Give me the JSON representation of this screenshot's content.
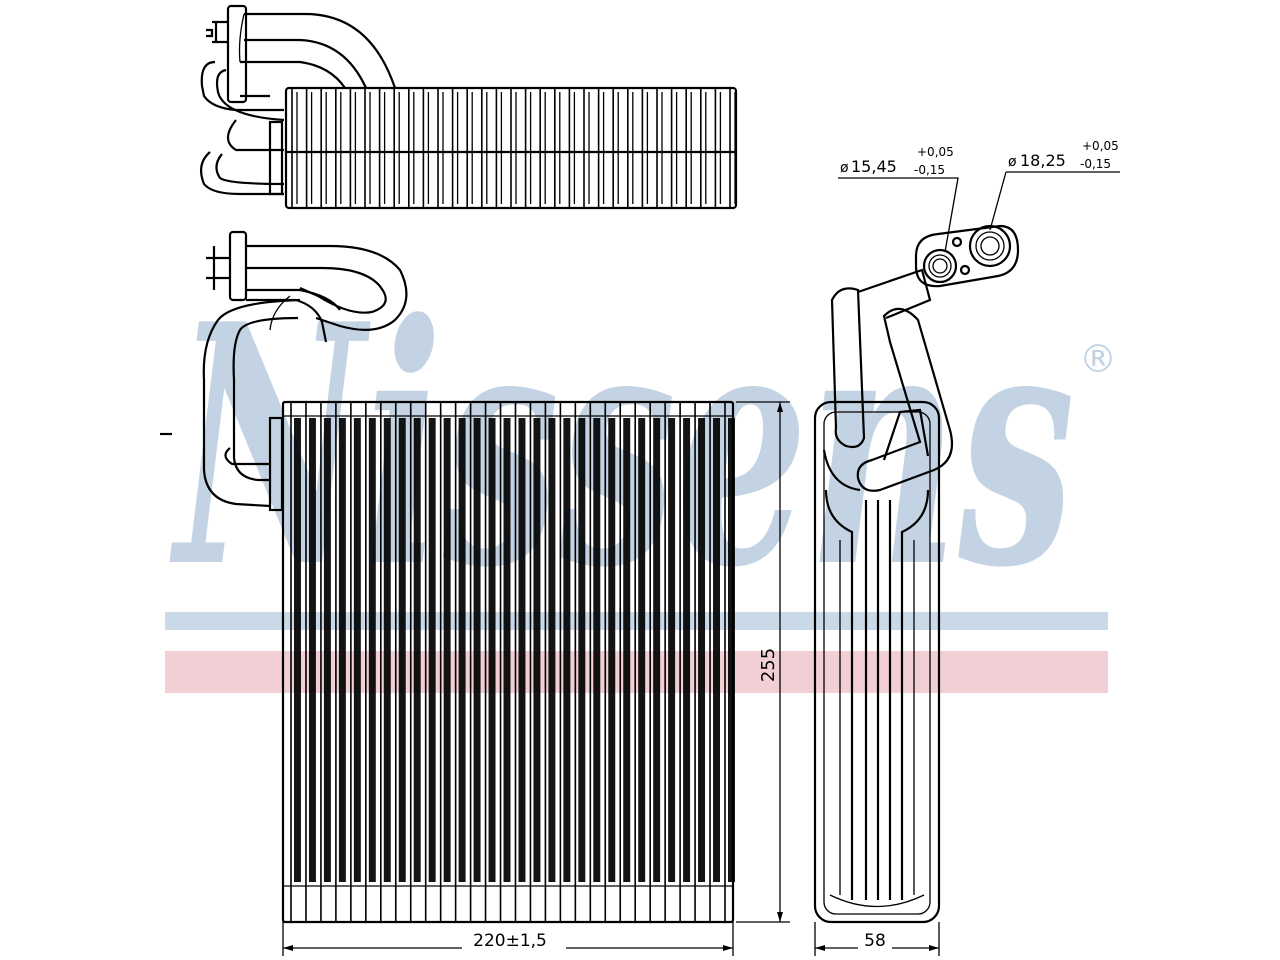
{
  "watermark": {
    "brand": "Nissens",
    "registered_mark": "®",
    "brand_color": "#c3d3e3",
    "stripe_blue": "#c9d9e8",
    "stripe_red": "#f1cfd5"
  },
  "dimensions": {
    "width": "220±1,5",
    "height": "255",
    "depth": "58"
  },
  "fittings": {
    "left": {
      "symbol": "ø",
      "diameter": "15,45",
      "tol_upper": "+0,05",
      "tol_lower": "-0,15"
    },
    "right": {
      "symbol": "ø",
      "diameter": "18,25",
      "tol_upper": "+0,05",
      "tol_lower": "-0,15"
    }
  },
  "stroke_color": "#000000"
}
